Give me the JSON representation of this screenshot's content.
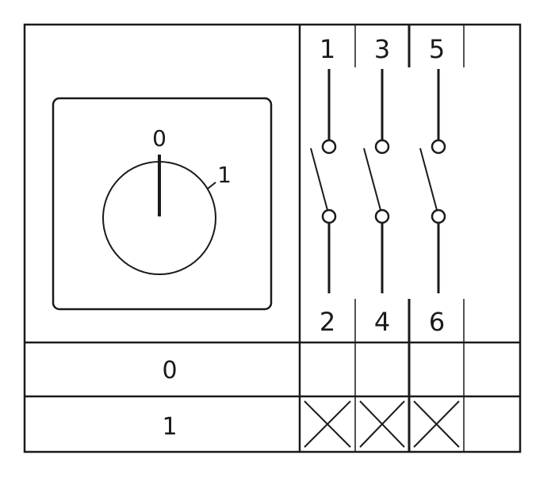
{
  "knob": {
    "position_labels": [
      "0",
      "1"
    ]
  },
  "terminals": {
    "top": [
      "1",
      "3",
      "5"
    ],
    "bottom": [
      "2",
      "4",
      "6"
    ]
  },
  "switch_table": {
    "rows": [
      {
        "label": "0",
        "closed": [
          false,
          false,
          false,
          false
        ]
      },
      {
        "label": "1",
        "closed": [
          true,
          true,
          true,
          false
        ]
      }
    ]
  },
  "colors": {
    "line": "#1a1a1a",
    "background": "#ffffff"
  }
}
